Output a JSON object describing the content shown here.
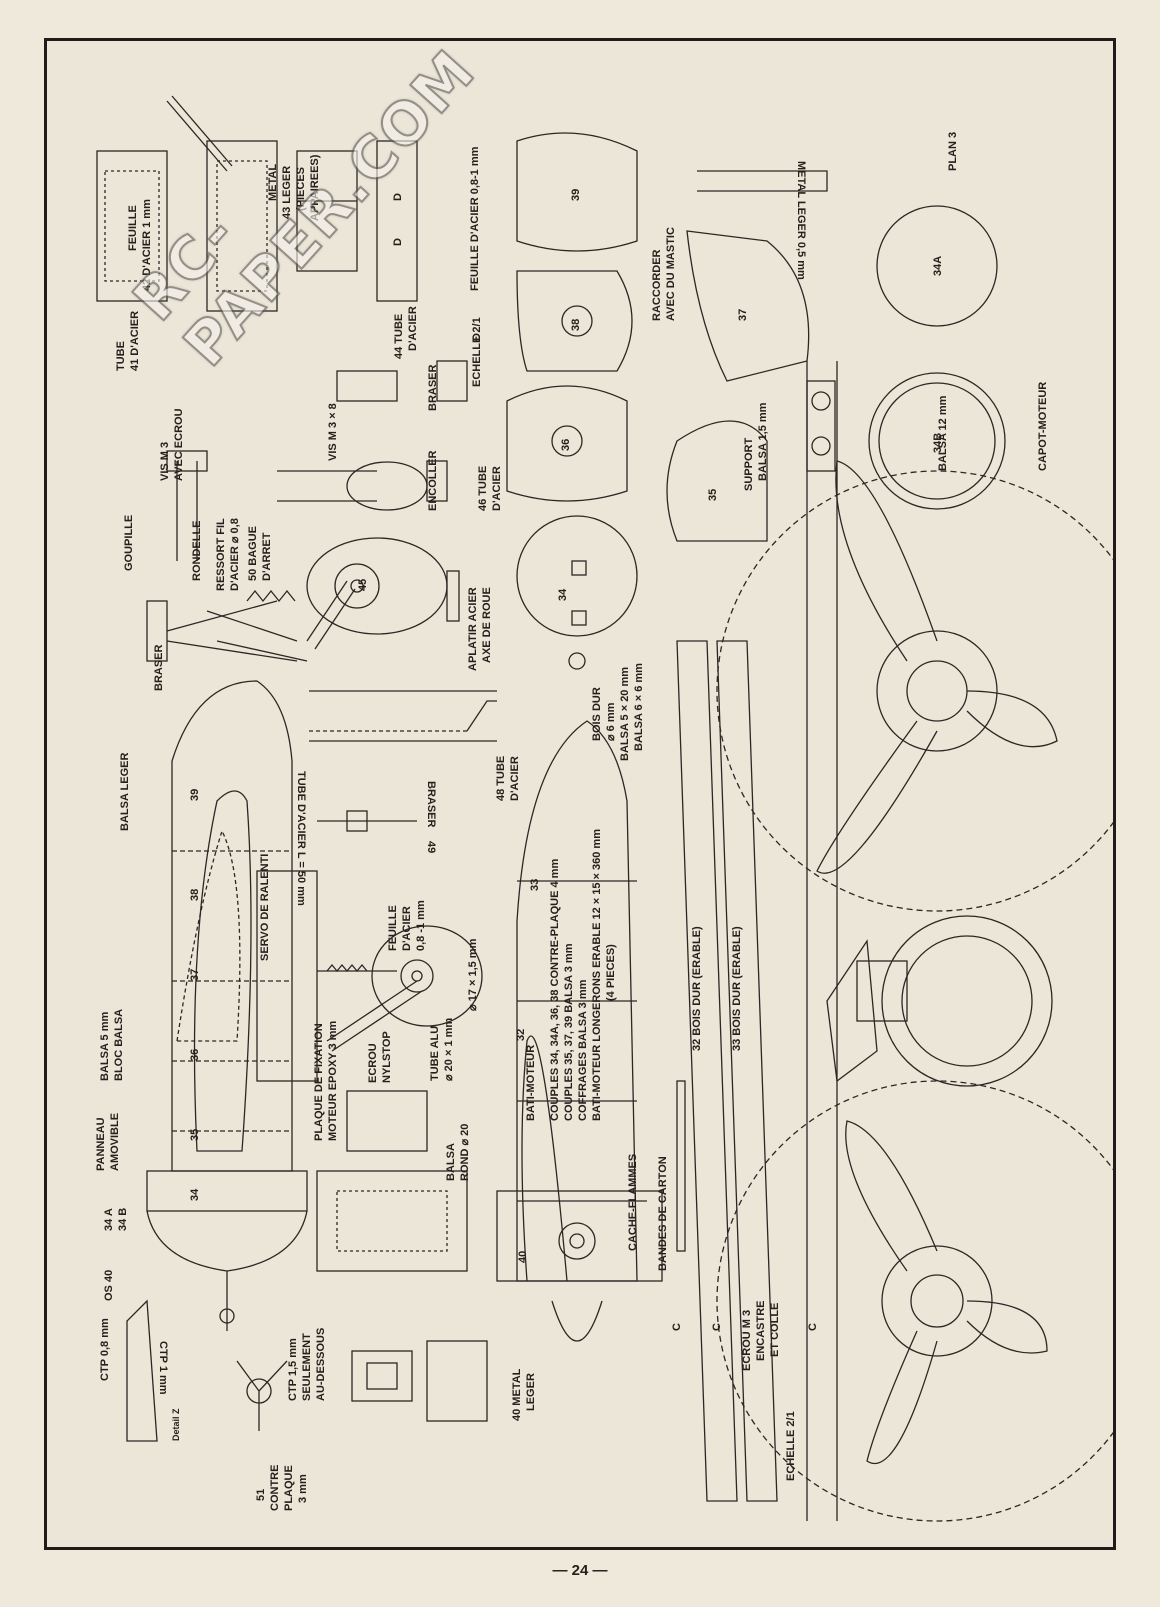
{
  "page": {
    "number": "— 24 —",
    "plan": "PLAN 3"
  },
  "watermark": {
    "text": "RC-PAPER.COM"
  },
  "labels": {
    "feuille42": "FEUILLE",
    "feuille42b": "42 D'ACIER 1 mm",
    "metal43": "METAL",
    "metal43b": "43 LEGER",
    "metal43c": "(PIECES",
    "metal43d": "APPAIREES)",
    "feuille47": "FEUILLE D'ACIER 0,8-1 mm",
    "tube41": "TUBE",
    "tube41b": "41 D'ACIER",
    "tube44": "44 TUBE",
    "tube44b": "D'ACIER",
    "echelle21": "ECHELLE 2/1",
    "braser1": "BRASER",
    "encoller": "ENCOLLER",
    "tube46": "46 TUBE",
    "tube46b": "D'ACIER",
    "vism3ecrou": "VIS M 3",
    "vism3ecroub": "AVEC ECROU",
    "vism3x8": "VIS M 3 × 8",
    "goupille": "GOUPILLE",
    "rondelle": "RONDELLE",
    "ressort": "RESSORT FIL",
    "ressortb": "D'ACIER ⌀ 0,8",
    "bague": "50 BAGUE",
    "bagueb": "D'ARRET",
    "aplatir": "APLATIR ACIER",
    "aplatirb": "AXE DE ROUE",
    "braser2": "BRASER",
    "balsaLeger": "BALSA LEGER",
    "tube48": "48 TUBE",
    "tube48b": "D'ACIER",
    "tubeAcierL": "TUBE D'ACIER L = 50 mm",
    "braser3": "BRASER",
    "n49": "49",
    "feuille08": "FEUILLE",
    "feuille08b": "D'ACIER",
    "feuille08c": "0,8 -1 mm",
    "servo": "SERVO DE RALENTI",
    "balsa5": "BALSA 5 mm",
    "blocBalsa": "BLOC BALSA",
    "panneau": "PANNEAU",
    "panneaub": "AMOVIBLE",
    "n34a": "34 A",
    "n34b": "34 B",
    "os40": "OS 40",
    "ctp08": "CTP 0,8 mm",
    "ctp1": "CTP 1 mm",
    "detailZ": "Detail Z",
    "ctp15": "CTP 1,5 mm",
    "ctp15b": "SEULEMENT",
    "ctp15c": "AU-DESSOUS",
    "contre51": "51",
    "contre51b": "CONTRE",
    "contre51c": "PLAQUE",
    "contre51d": "3 mm",
    "plaque": "PLAQUE DE FIXATION",
    "plaqueb": "MOTEUR EPOXY 3 mm",
    "ecrou": "ECROU",
    "ecroub": "NYLSTOP",
    "tubeAlu": "TUBE ALU",
    "tubeAlub": "⌀ 20 × 1 mm",
    "balsaRond": "BALSA",
    "balsaRondb": "ROND ⌀ 20",
    "d17": "⌀ 17 × 1,5 mm",
    "batiMoteur": "BATI-MOTEUR",
    "metal40": "40 METAL",
    "metal40b": "LEGER",
    "couples1": "COUPLES 34, 34A, 36, 38 CONTRE-PLAQUE 4 mm",
    "couples2": "COUPLES 35, 37, 39 BALSA 3 mm",
    "couples3": "COFFRAGES BALSA 3 mm",
    "couples4": "BATI-MOTEUR LONGERONS ERABLE 12 × 15 × 360 mm",
    "couples5": "(4 PIECES)",
    "boisDur": "BOIS DUR",
    "boisDurb": "⌀ 6 mm",
    "balsa520": "BALSA 5 × 20 mm",
    "balsa66": "BALSA 6 × 6 mm",
    "cacheFlammes": "CACHE-FLAMMES",
    "bandesCarton": "BANDES DE CARTON",
    "bois32": "32   BOIS DUR (ERABLE)",
    "bois33": "33   BOIS DUR (ERABLE)",
    "ecrouM3": "ECROU M 3",
    "ecrouM3b": "ENCASTRE",
    "ecrouM3c": "ET COLLE",
    "echelle21b": "ECHELLE 2/1",
    "metalLeger05": "METAL LEGER 0,5 mm",
    "raccorder": "RACCORDER",
    "raccorderb": "AVEC DU MASTIC",
    "support": "SUPPORT",
    "supportb": "BALSA 1,5 mm",
    "balsa12": "BALSA 12 mm",
    "capot": "CAPOT-MOTEUR",
    "p34A": "34A",
    "p34B": "34B",
    "p39": "39",
    "p38": "38",
    "p36": "36",
    "p34": "34",
    "p37": "37",
    "p35": "35",
    "p45": "45",
    "f39": "39",
    "f38": "38",
    "f37": "37",
    "f36": "36",
    "f35": "35",
    "f34": "34",
    "f33": "33",
    "f32": "32",
    "f40": "40",
    "c1": "C",
    "c2": "C",
    "c3": "C",
    "d1": "D",
    "d2": "D",
    "d3": "D"
  }
}
